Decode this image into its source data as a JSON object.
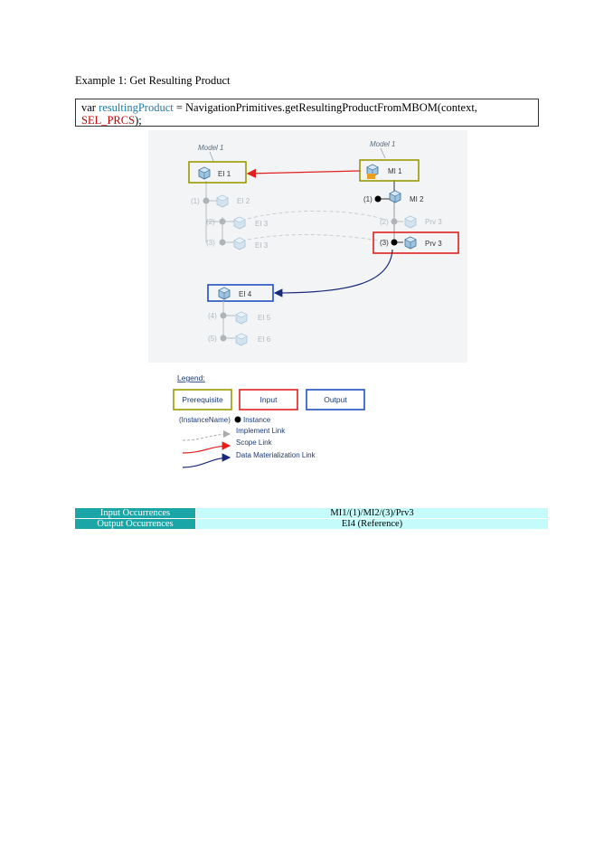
{
  "heading": "Example 1: Get Resulting Product",
  "code": {
    "var_kw": "var ",
    "var_name": "resultingProduct",
    "assign": " = NavigationPrimitives.getResultingProductFromMBOM(context,",
    "arg": "SEL_PRCS",
    "end": ");"
  },
  "diagram": {
    "left_model": "Model 1",
    "right_model": "Model 1",
    "nodes": {
      "ei1": "EI 1",
      "ei2": "EI 2",
      "ei3a": "EI 3",
      "ei3b": "EI 3",
      "mi1": "MI 1",
      "mi2": "MI 2",
      "prv3a": "Prv 3",
      "prv3b": "Prv 3",
      "ei4": "EI 4",
      "ei5": "EI 5",
      "ei6": "EI 6"
    },
    "indices": {
      "l1": "(1)",
      "l2": "(2)",
      "l3": "(3)",
      "r1": "(1)",
      "r2": "(2)",
      "r3": "(3)",
      "b4": "(4)",
      "b5": "(5)"
    }
  },
  "legend": {
    "title": "Legend:",
    "prerequisite": "Prerequisite",
    "input": "Input",
    "output": "Output",
    "instance_name": "(InstanceName)",
    "instance": "Instance",
    "implement_link": "Implement Link",
    "scope_link": "Scope Link",
    "data_link": "Data Materialization Link",
    "colors": {
      "prerequisite": "#9a9a00",
      "input": "#e02020",
      "output": "#2050c0",
      "data_link": "#1a2a7a"
    }
  },
  "occurrences": [
    {
      "label": "Input Occurrences",
      "value": "MI1/(1)/MI2/(3)/Prv3"
    },
    {
      "label": "Output Occurrences",
      "value": "EI4 (Reference)"
    }
  ]
}
